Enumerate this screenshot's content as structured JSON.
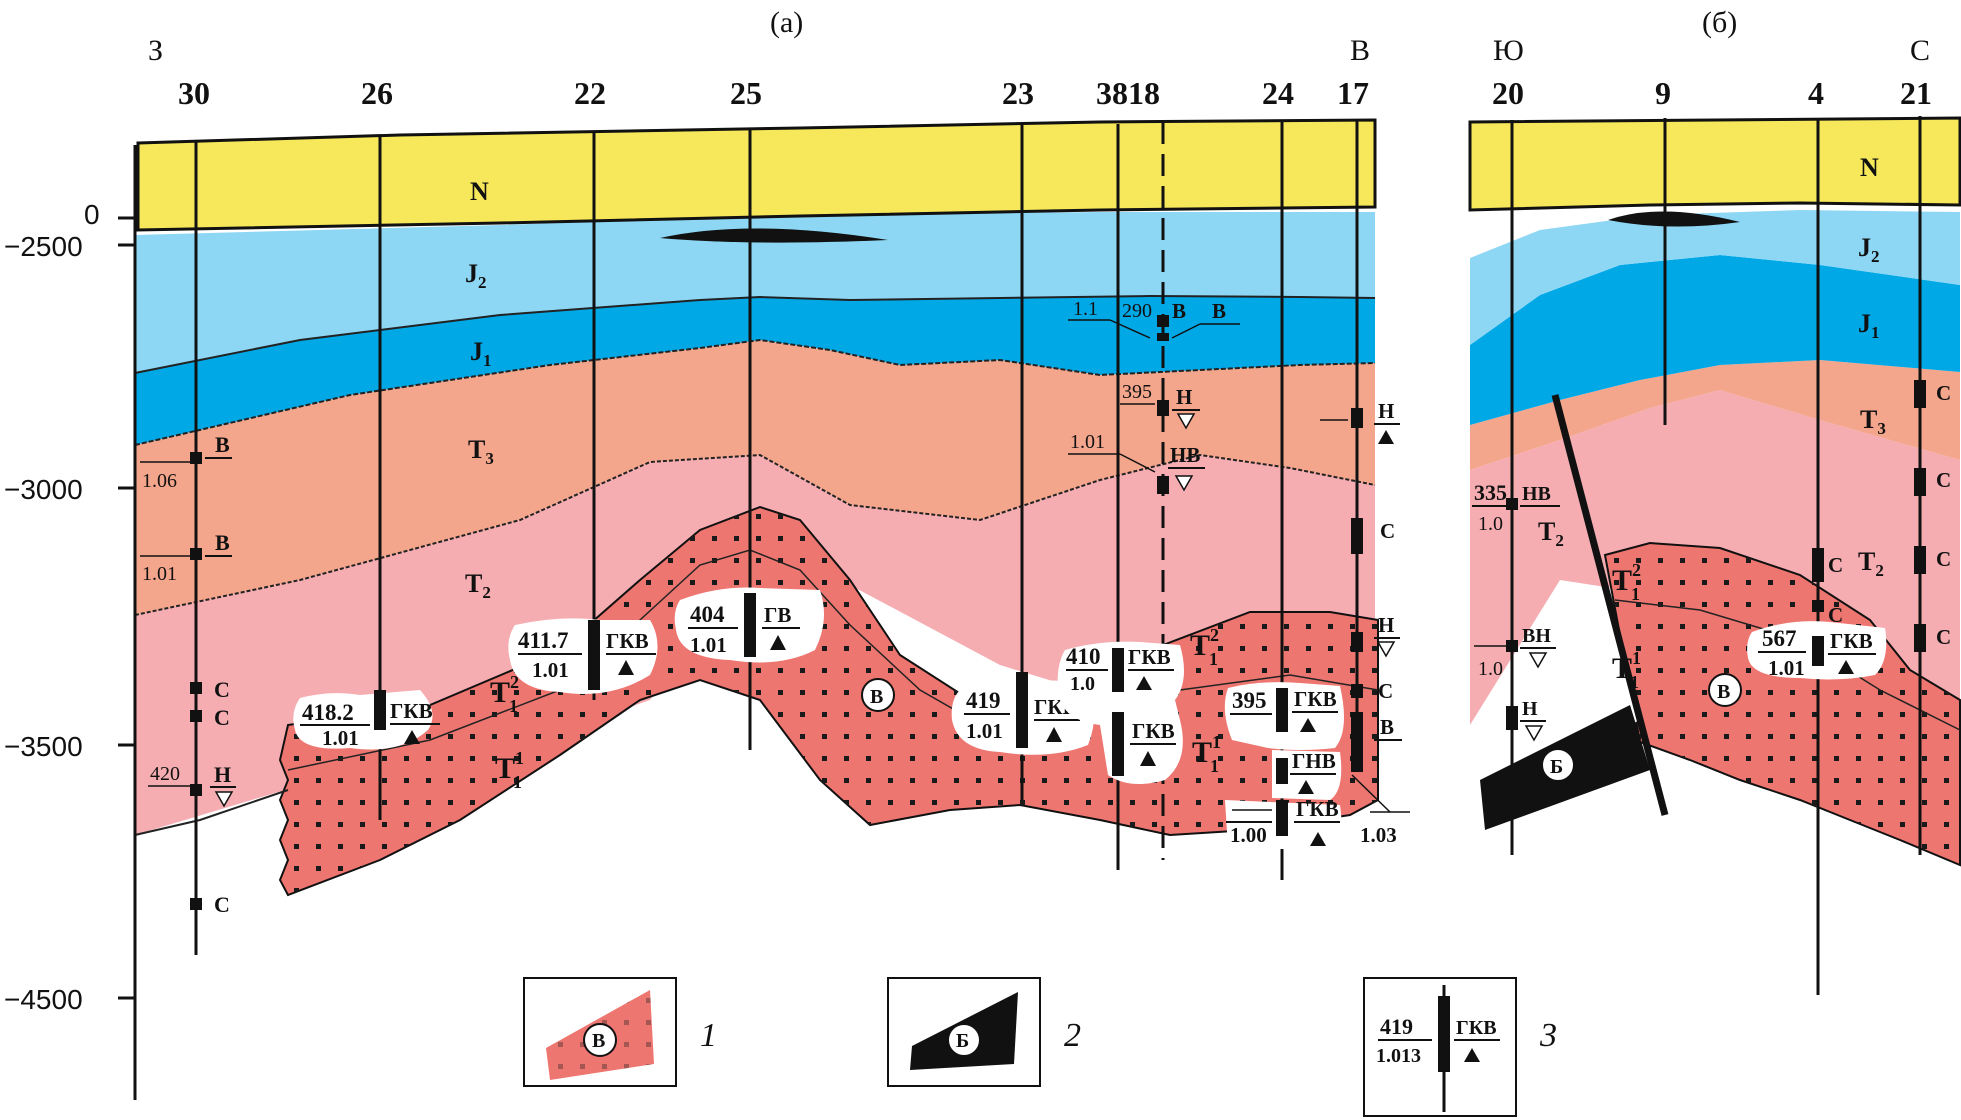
{
  "panels": {
    "a": {
      "label": "(а)",
      "dir_left": "З",
      "dir_right": "В",
      "wells": [
        "30",
        "26",
        "22",
        "25",
        "23",
        "3818",
        "24",
        "17"
      ]
    },
    "b": {
      "label": "(б)",
      "dir_left": "Ю",
      "dir_right": "С",
      "wells": [
        "20",
        "9",
        "4",
        "21"
      ]
    }
  },
  "depth_axis": [
    "0",
    "−2500",
    "−3000",
    "−3500",
    "−4500"
  ],
  "layers": {
    "N": "N",
    "J2": "J",
    "J2_sub": "2",
    "J1": "J",
    "J1_sub": "1",
    "T3": "T",
    "T3_sub": "3",
    "T2": "T",
    "T2_sub": "2",
    "T1_2": "T",
    "T1_2_sub": "1",
    "T1_2_sup": "2",
    "T1_1": "T",
    "T1_1_sub": "1",
    "T1_1_sup": "1"
  },
  "block_labels": {
    "v": "В",
    "b": "Б"
  },
  "well30": {
    "s1": "В",
    "v1": "1.06",
    "s2": "В",
    "v2": "1.01",
    "s3": "С",
    "s4": "С",
    "v5": "420",
    "s5": "Н",
    "s6": "С"
  },
  "well26": {
    "top": "418.2",
    "bot": "1.01",
    "res": "ГКВ"
  },
  "well22": {
    "top": "411.7",
    "bot": "1.01",
    "res": "ГКВ"
  },
  "well25": {
    "top": "404",
    "bot": "1.01",
    "res": "ГВ"
  },
  "well23": {
    "top": "419",
    "bot": "1.01",
    "res": "ГКВ"
  },
  "well3818": {
    "v1": "1.1",
    "v2": "290",
    "r1": "В",
    "r2": "В",
    "v3": "395",
    "r3": "Н",
    "v4": "1.01",
    "r4": "НВ",
    "t5": "410",
    "b5": "1.0",
    "r5": "ГКВ",
    "r6": "ГКВ"
  },
  "well24": {
    "top": "395",
    "res1": "ГКВ",
    "res2": "ГНВ",
    "v3": "1.00",
    "res3": "ГКВ",
    "v4": "1.03"
  },
  "well17": {
    "r1": "Н",
    "r2": "С",
    "r3": "Н",
    "r4": "С",
    "r5": "В"
  },
  "well20": {
    "v1": "335",
    "b1": "1.0",
    "r1": "НВ",
    "r2": "ВН",
    "b2": "1.0",
    "r3": "Н"
  },
  "well4": {
    "r1": "С",
    "r2": "С",
    "top": "567",
    "bot": "1.01",
    "res": "ГКВ"
  },
  "well21": {
    "r1": "С",
    "r2": "С",
    "r3": "С",
    "r4": "С"
  },
  "legend": {
    "n1": "1",
    "n2": "2",
    "n3": "3",
    "l1_block": "В",
    "l2_block": "Б",
    "l3_top": "419",
    "l3_bot": "1.013",
    "l3_res": "ГКВ"
  },
  "colors": {
    "N": "#f6e85a",
    "J2": "#8dd7f5",
    "J1": "#00a8e6",
    "T3": "#f4a68c",
    "T2": "#f5adb2",
    "T1": "#ee7670"
  }
}
